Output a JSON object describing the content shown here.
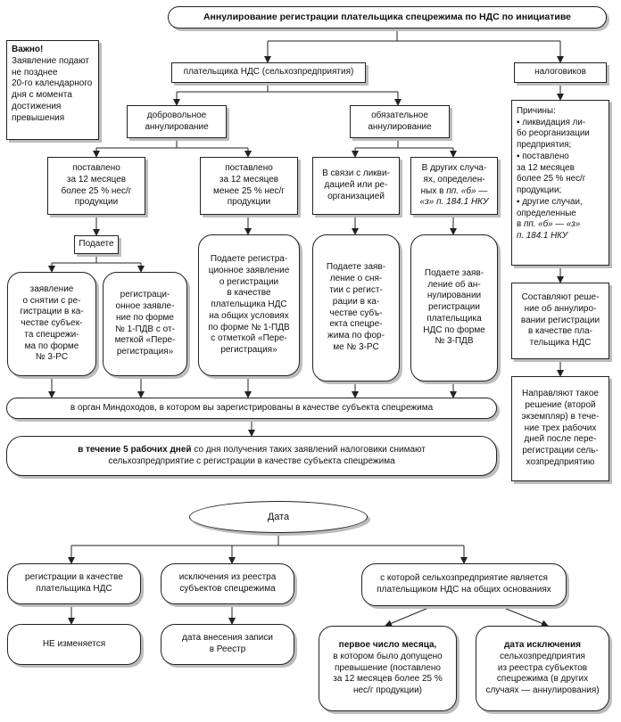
{
  "top": {
    "title": "Аннулирование регистрации плательщика спецрежима по НДС по инициативе",
    "payer_branch": "плательщика НДС (сельхозпредприятия)",
    "tax_branch": "налоговиков"
  },
  "note": {
    "title": "Важно!",
    "text": "Заявление подают\nне позднее\n20-го календарного\nдня с момента\nдостижения\nпревышения"
  },
  "payer": {
    "voluntary": "добровольное\nаннулирование",
    "mandatory": "обязательное\nаннулирование",
    "cond_more": "поставлено\nза 12 месяцев\nболее 25 % нес/г\nпродукции",
    "cond_less": "поставлено\nза 12 месяцев\nменее 25 % нес/г\nпродукции",
    "cond_liquid": "В связи с ликви-\nдацией или ре-\nорганизацией",
    "cond_other_pre": "В других случа-\nях, определен-\nных в ",
    "cond_other_ref": "пп. «б» —\n«з» п. 184.1 НКУ",
    "you_submit": "Подаете",
    "act_3rs": "заявление\nо снятии с ре-\nгистрации в ка-\nчестве субъек-\nта спецрежи-\nма по форме\n№ 3-РС",
    "act_1pdv": "регистраци-\nонное заявле-\nние по форме\n№ 1-ПДВ с от-\nметкой «Пере-\nрегистрация»",
    "act_less": "Подаете регистра-\nционное заявление\nо регистрации\nв качестве\nплательщика НДС\nна общих условиях\nпо форме № 1-ПДВ\nс отметкой «Пере-\nрегистрация»",
    "act_liquid": "Подаете заяв-\nление о сня-\nтии с регист-\nрации в ка-\nчестве субъ-\nекта спецре-\nжима по фор-\nме № 3-РС",
    "act_other": "Подаете заяв-\nление об ан-\nнулировании\nрегистрации\nплательщика\nНДС по форме\n№ 3-ПДВ",
    "to_authority": "в орган Миндоходов, в котором вы зарегистрированы в качестве субъекта спецрежима",
    "result_bold": "в течение 5 рабочих дней",
    "result_rest": " со дня получения таких заявлений налоговики снимают\nсельхозпредприятие с регистрации в качестве субъекта спецрежима"
  },
  "tax": {
    "reasons_title": "Причины:",
    "reasons": [
      {
        "text": "ликвидация ли-\nбо реорганизации\nпредприятия;",
        "ref": ""
      },
      {
        "text": "поставлено\nза 12 месяцев\nболее 25 % нес/г\nпродукции;",
        "ref": ""
      },
      {
        "text": "другие случаи,\nопределенные\nв ",
        "ref": "пп. «б» — «з»\nп. 184.1 НКУ"
      }
    ],
    "decision": "Составляют реше-\nние об аннулиро-\nвании регистрации\nв качестве пла-\nтельщика НДС",
    "send": "Направляют такое\nрешение (второй\nэкземпляр) в тече-\nние трех рабочих\nдней после пере-\nрегистрации сель-\nхозпредприятию"
  },
  "date": {
    "title": "Дата",
    "reg_vat": "регистрации в качестве\nплательщика НДС",
    "excl_registry": "исключения из реестра\nсубъектов спецрежима",
    "general_basis": "с которой сельхозпредприятие является\nплательщиком НДС на общих основаниях",
    "not_changed": "НЕ изменяется",
    "entry_date": "дата внесения записи\nв Реестр",
    "first_day_bold": "первое число месяца,",
    "first_day_rest": "\nв котором было допущено\nпревышение (поставлено\nза 12 месяцев более 25 %\nнес/г продукции)",
    "excl_date_bold": "дата исключения",
    "excl_date_rest": "\nсельхозпредприятия\nиз реестра субъектов\nспецрежима (в других\nслучаях — аннулирования)"
  }
}
